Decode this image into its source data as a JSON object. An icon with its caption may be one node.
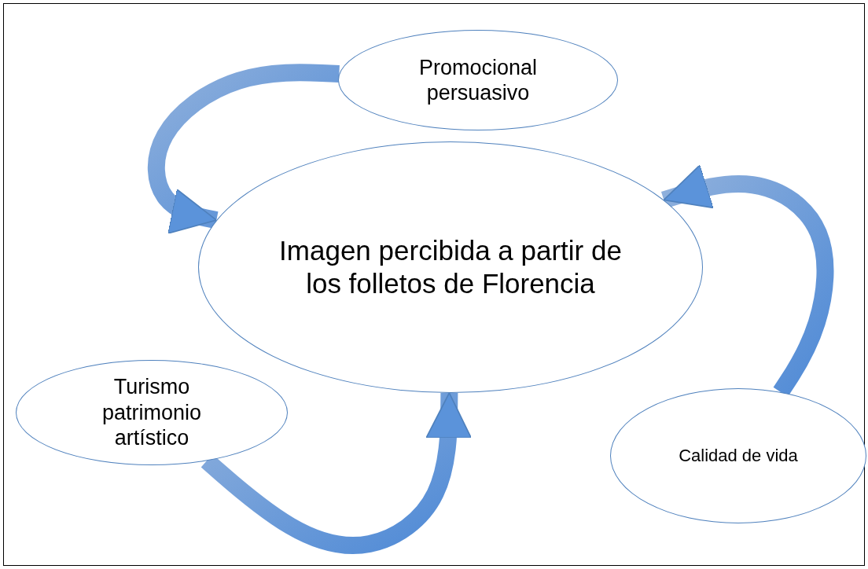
{
  "diagram": {
    "nodes": [
      {
        "text": [
          "Promocional persuasivo"
        ]
      },
      {
        "text": [
          "Imagen percibida a partir de los folletos de Florencia"
        ]
      },
      {
        "text": [
          "Turismo patrimonio artístico"
        ]
      },
      {
        "text": [
          "Calidad de vida"
        ]
      }
    ],
    "edges": [
      {
        "from": 0,
        "to": 1,
        "arrow": "to"
      },
      {
        "from": 3,
        "to": 1,
        "arrow": "to"
      },
      {
        "from": 2,
        "to": 1,
        "arrow": "to"
      }
    ]
  }
}
